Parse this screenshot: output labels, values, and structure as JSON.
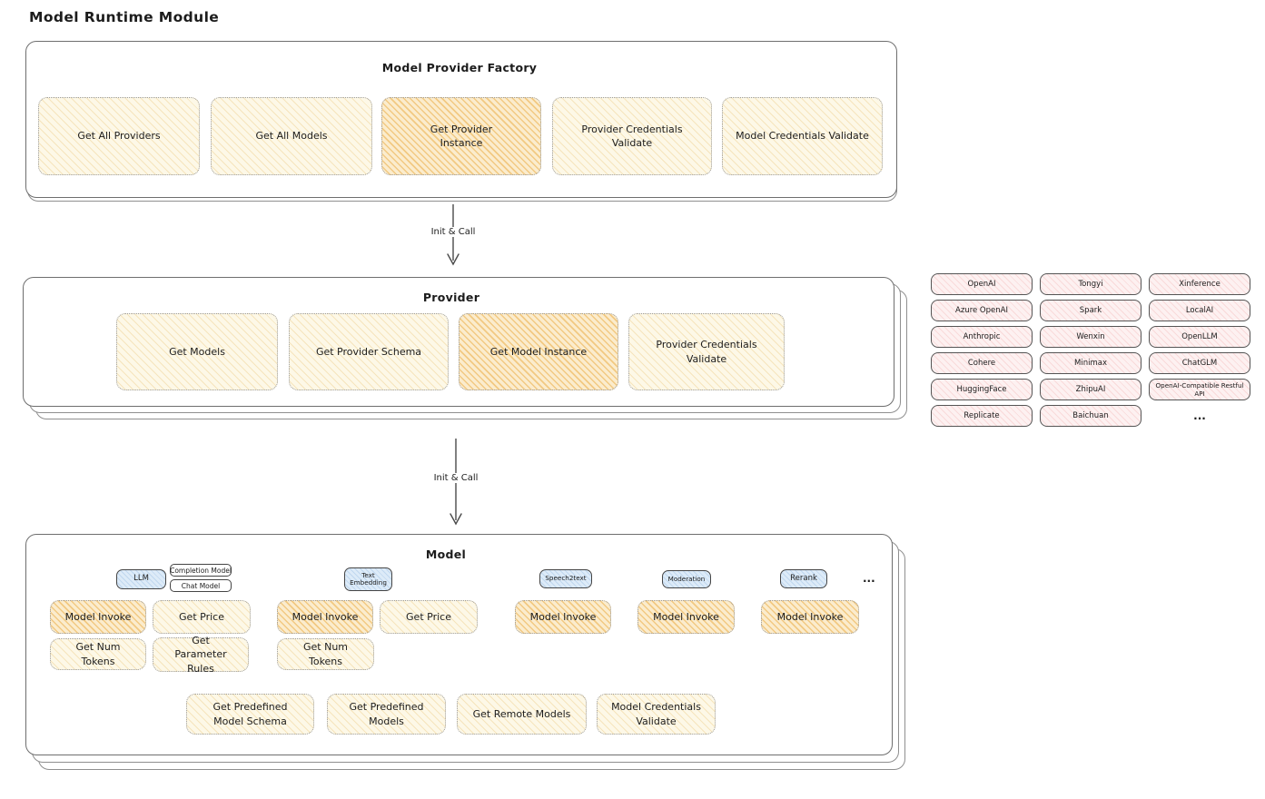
{
  "title": "Model Runtime Module",
  "factory": {
    "title": "Model Provider Factory",
    "btn_all_providers": "Get All Providers",
    "btn_all_models": "Get All Models",
    "btn_provider_instance": "Get Provider Instance",
    "btn_provider_cred_validate": "Provider Credentials Validate",
    "btn_model_cred_validate": "Model Credentials Validate"
  },
  "arrow1": {
    "label": "Init & Call"
  },
  "arrow2": {
    "label": "Init & Call"
  },
  "provider": {
    "title": "Provider",
    "btn_get_models": "Get Models",
    "btn_get_provider_schema": "Get Provider Schema",
    "btn_get_model_instance": "Get Model Instance",
    "btn_provider_cred_validate": "Provider Credentials Validate"
  },
  "providers_grid": {
    "items": [
      "OpenAI",
      "Tongyi",
      "Xinference",
      "Azure OpenAI",
      "Spark",
      "LocalAI",
      "Anthropic",
      "Wenxin",
      "OpenLLM",
      "Cohere",
      "Minimax",
      "ChatGLM",
      "HuggingFace",
      "ZhipuAI",
      "OpenAI-Compatible Restful API",
      "Replicate",
      "Baichuan"
    ],
    "more": "..."
  },
  "model": {
    "title": "Model",
    "tags": {
      "llm": "LLM",
      "completion": "Completion Model",
      "chat": "Chat Model",
      "text_embedding": "Text Embedding",
      "speech2text": "Speech2text",
      "moderation": "Moderation",
      "rerank": "Rerank",
      "more": "..."
    },
    "llm": {
      "model_invoke": "Model Invoke",
      "get_price": "Get Price",
      "get_num_tokens": "Get Num Tokens",
      "get_parameter_rules": "Get Parameter Rules"
    },
    "text_embedding": {
      "model_invoke": "Model Invoke",
      "get_price": "Get Price",
      "get_num_tokens": "Get Num Tokens"
    },
    "speech2text": {
      "model_invoke": "Model Invoke"
    },
    "moderation": {
      "model_invoke": "Model Invoke"
    },
    "rerank": {
      "model_invoke": "Model Invoke"
    },
    "shared": {
      "get_predefined_model_schema": "Get Predefined Model Schema",
      "get_predefined_models": "Get Predefined Models",
      "get_remote_models": "Get Remote Models",
      "model_credentials_validate": "Model Credentials Validate"
    }
  },
  "colors": {
    "ink": "#1c1c1c",
    "box_border": "#6e6e6e",
    "yellow_fill": "#fdf8e7",
    "yellow_hatch": "#e9c478",
    "orange_fill": "#fbeccd",
    "orange_hatch": "#ecb250",
    "pink_fill": "#fdf1f1",
    "pink_hatch": "#f0a8a8",
    "blue_fill": "#ddebf8"
  }
}
